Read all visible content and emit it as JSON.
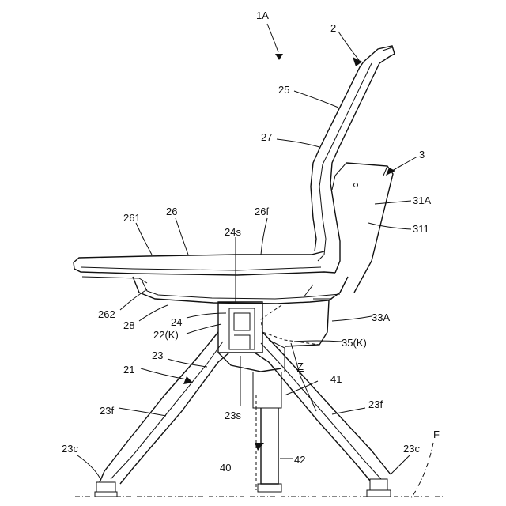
{
  "figure": {
    "labels": {
      "l1A": "1A",
      "l2": "2",
      "l25": "25",
      "l27": "27",
      "l3": "3",
      "l31A": "31A",
      "l311": "311",
      "l261": "261",
      "l26": "26",
      "l26f": "26f",
      "l24s_top": "24s",
      "l262": "262",
      "l28": "28",
      "l24": "24",
      "l22K": "22(K)",
      "l33A": "33A",
      "l35K": "35(K)",
      "l23": "23",
      "l21": "21",
      "lZ": "Z",
      "l41": "41",
      "l23f_left": "23f",
      "l23f_right": "23f",
      "l23s": "23s",
      "l40": "40",
      "l42": "42",
      "l23c_left": "23c",
      "l23c_right": "23c",
      "lF": "F"
    }
  }
}
